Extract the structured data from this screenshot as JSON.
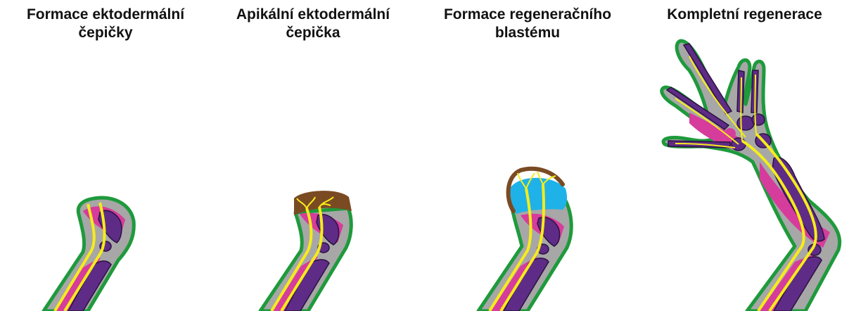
{
  "stages": [
    {
      "title_line1": "Formace ektodermální",
      "title_line2": "čepičky"
    },
    {
      "title_line1": "Apikální ektodermální",
      "title_line2": "čepička"
    },
    {
      "title_line1": "Formace regeneračního",
      "title_line2": "blastému"
    },
    {
      "title_line1": "Kompletní regenerace",
      "title_line2": ""
    }
  ],
  "colors": {
    "skin_outline": "#1e9a3c",
    "tissue": "#a7a7a7",
    "muscle": "#d63c9c",
    "bone": "#5e2c86",
    "bone_outline": "#2a1240",
    "nerve": "#f6ec1a",
    "cap": "#7a4b23",
    "blastema": "#1fb2e8"
  }
}
